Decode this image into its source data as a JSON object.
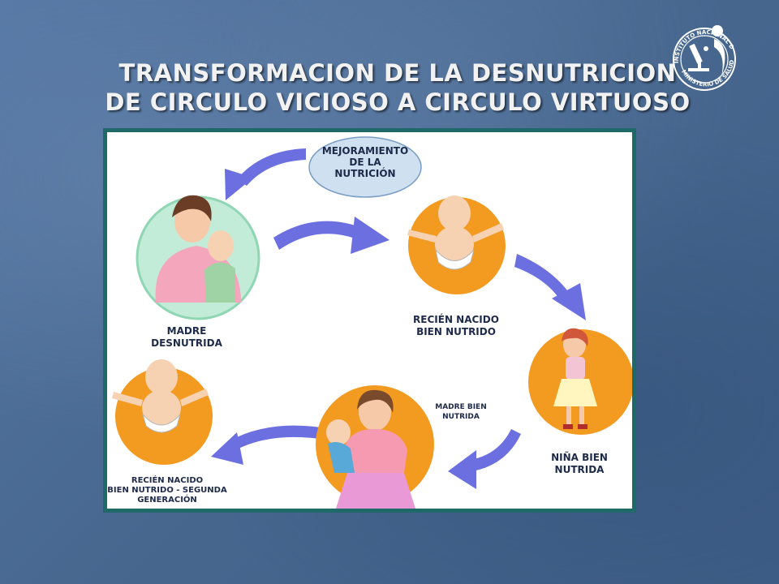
{
  "slide": {
    "title_line1": "TRANSFORMACION DE LA DESNUTRICION",
    "title_line2": "DE CIRCULO VICIOSO A CIRCULO VIRTUOSO"
  },
  "logo": {
    "text_top": "INSTITUTO NACIONAL DE SALUD",
    "text_bottom": "MINISTERIO DE SALUD"
  },
  "diagram": {
    "center_label": [
      "MEJORAMIENTO",
      "DE LA",
      "NUTRICIÓN"
    ],
    "stages": [
      {
        "id": "madre-desnutrida",
        "label": [
          "MADRE",
          "DESNUTRIDA"
        ]
      },
      {
        "id": "recien-nacido",
        "label": [
          "RECIÉN NACIDO",
          "BIEN NUTRIDO"
        ]
      },
      {
        "id": "nina",
        "label": [
          "NIÑA BIEN",
          "NUTRIDA"
        ]
      },
      {
        "id": "madre-bien",
        "label": [
          "MADRE BIEN",
          "NUTRIDA"
        ]
      },
      {
        "id": "segunda-generacion",
        "label": [
          "RECIÉN NACIDO",
          "BIEN NUTRIDO - SEGUNDA",
          "GENERACIÓN"
        ]
      }
    ],
    "colors": {
      "orange": "#f39a21",
      "mint": "#c3ecd8",
      "bubble": "#cfe1f1",
      "arrow": "#6c6fe0",
      "frame": "#1f6a68"
    }
  }
}
